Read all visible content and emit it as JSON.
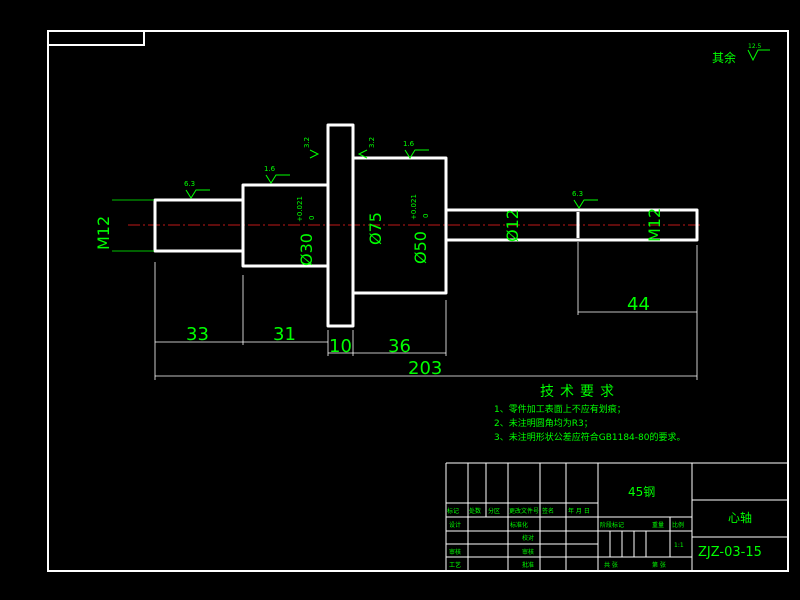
{
  "surface_finish": {
    "other_label": "其余",
    "other_value": "12.5",
    "marks": [
      "6.3",
      "1.6",
      "3.2",
      "3.2",
      "1.6",
      "6.3"
    ]
  },
  "dimensions": {
    "m12_left": "M12",
    "phi30": "Ø30",
    "phi30_tol_upper": "+0.021",
    "phi30_tol_lower": "0",
    "phi75": "Ø75",
    "phi50": "Ø50",
    "phi50_tol_upper": "+0.021",
    "phi50_tol_lower": "0",
    "phi12": "Ø12",
    "m12_right": "M12",
    "len_33": "33",
    "len_31": "31",
    "len_10": "10",
    "len_36": "36",
    "len_44": "44",
    "len_203": "203"
  },
  "tech_requirements": {
    "title": "技术要求",
    "items": [
      "1、零件加工表面上不应有划痕；",
      "2、未注明圆角均为R3；",
      "3、未注明形状公差应符合GB1184-80的要求。"
    ]
  },
  "title_block": {
    "material": "45钢",
    "part_name": "心轴",
    "drawing_number": "ZJZ-03-15",
    "scale": "1:1",
    "row_labels": [
      "标记",
      "处数",
      "分区",
      "更改文件号",
      "签名",
      "年 月 日"
    ],
    "left_labels": [
      "设计",
      "标准化",
      "审核",
      "工艺"
    ],
    "mid_labels": [
      "校对",
      "审核",
      "批准"
    ],
    "stage_labels": [
      "阶段标记",
      "重量",
      "比例"
    ],
    "bottom_labels": [
      "共 张",
      "第 张"
    ]
  }
}
